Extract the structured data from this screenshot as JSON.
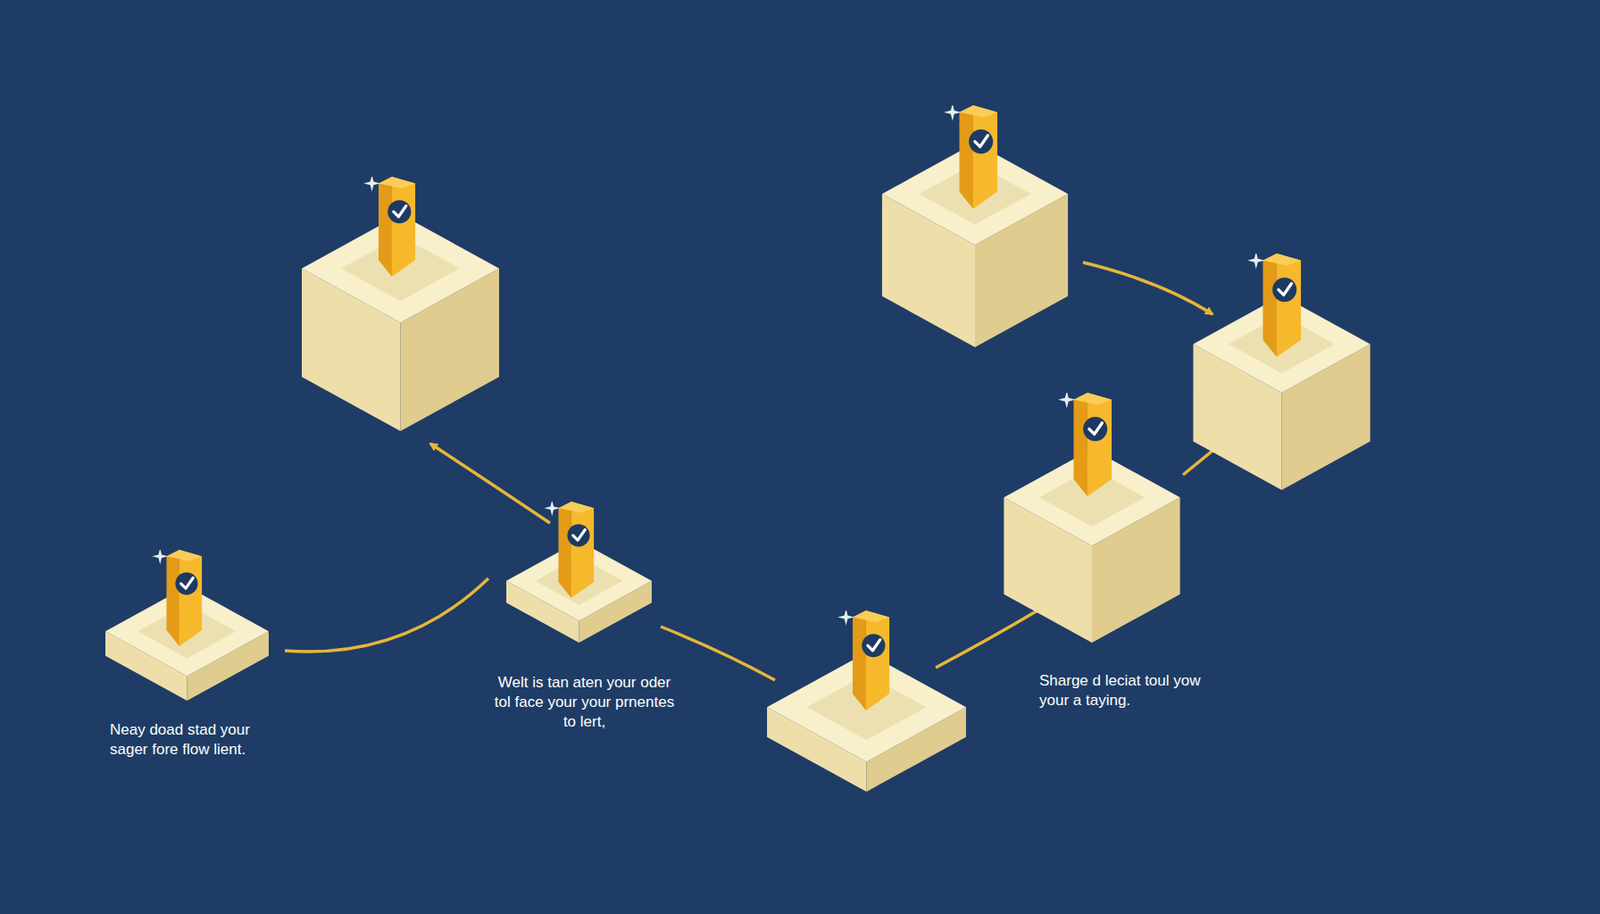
{
  "diagram": {
    "nodes": [
      {
        "text": [
          "Neay doad stad your sager fore flow lient."
        ]
      },
      {
        "text": [
          "Welt is tan aten your oder tol face your your prnentes to lert,"
        ]
      },
      {
        "text": [
          "Sharge d leciat toul yow your a taying."
        ]
      }
    ],
    "edges": [
      {
        "from": 0,
        "to": 1,
        "arrow": "none"
      }
    ]
  }
}
